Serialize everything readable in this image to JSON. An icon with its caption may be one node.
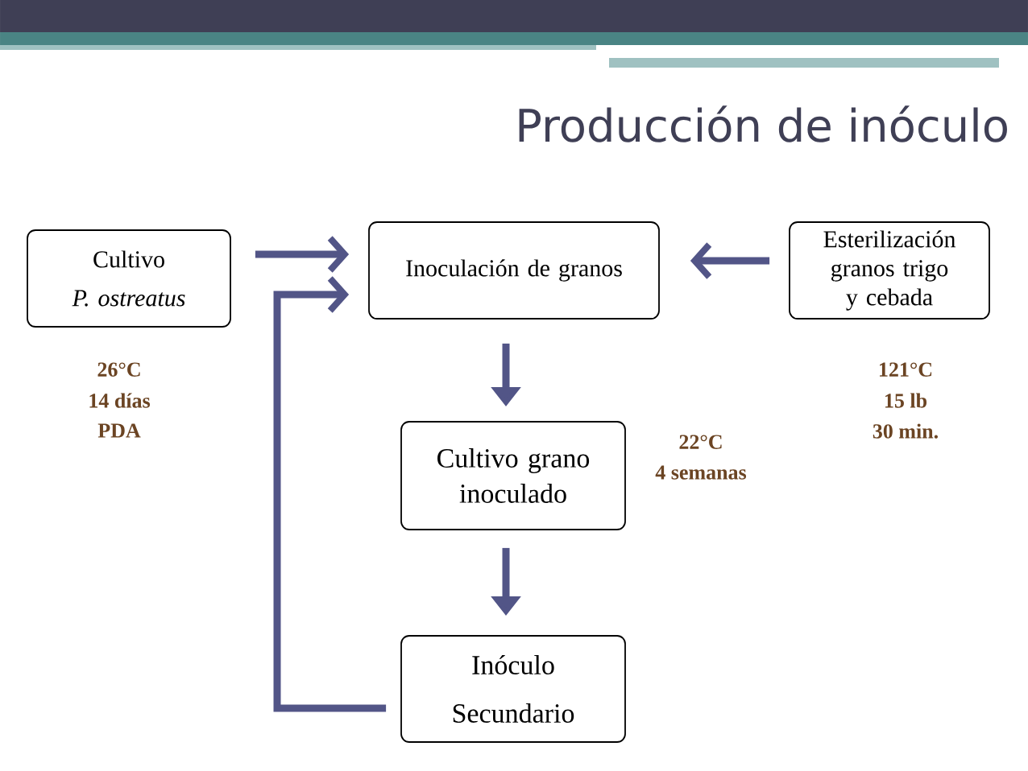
{
  "diagram": {
    "title": "Producción de inóculo",
    "nodes": [
      {
        "text": [
          "Cultivo",
          "P. ostreatus"
        ],
        "beside": [
          "26°C",
          "14 días",
          "PDA"
        ]
      },
      {
        "text": [
          "Inoculación de granos"
        ]
      },
      {
        "text": [
          "Esterilización granos trigo y cebada"
        ],
        "beside": [
          "121°C",
          "15 lb",
          "30 min."
        ]
      },
      {
        "text": [
          "Cultivo grano inoculado"
        ],
        "beside": [
          "22°C",
          "4 semanas"
        ]
      },
      {
        "text": [
          "Inóculo Secundario"
        ]
      }
    ],
    "edges": [
      {
        "from": 0,
        "to": 1,
        "arrow": "to"
      },
      {
        "from": 2,
        "to": 1,
        "arrow": "to"
      },
      {
        "from": 1,
        "to": 3,
        "arrow": "to"
      },
      {
        "from": 3,
        "to": 4,
        "arrow": "to"
      },
      {
        "from": 4,
        "to": 1,
        "arrow": "to"
      }
    ]
  }
}
